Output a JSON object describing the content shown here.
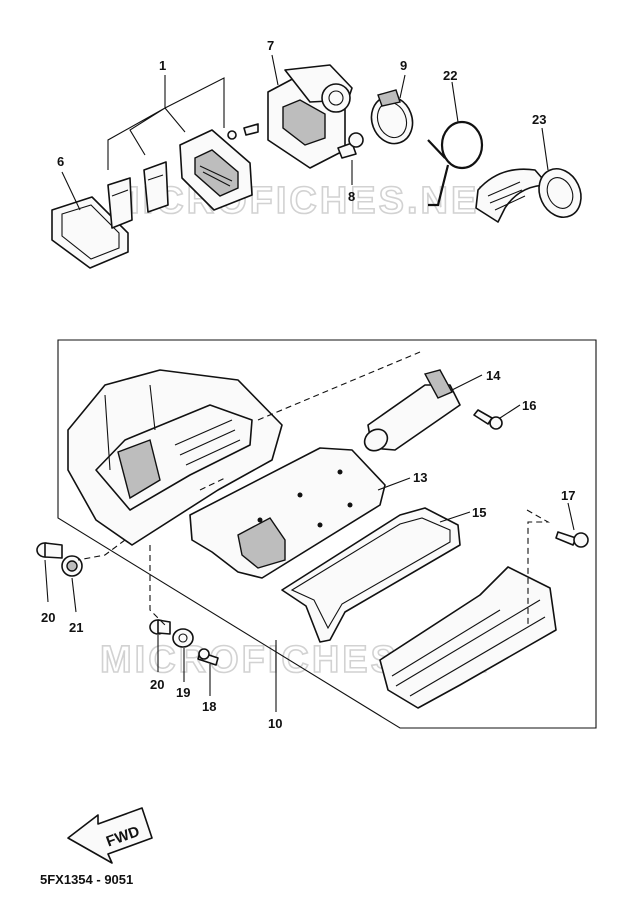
{
  "diagram": {
    "code": "5FX1354 - 9051",
    "direction_label": "FWD",
    "watermark": "MICROFICHES.NET",
    "callouts": [
      "1",
      "6",
      "7",
      "8",
      "9",
      "22",
      "23",
      "14",
      "16",
      "13",
      "15",
      "17",
      "20",
      "21",
      "20",
      "19",
      "18",
      "10"
    ]
  },
  "colors": {
    "ink": "#111111",
    "watermark": "#d2d2d2",
    "background": "#ffffff"
  }
}
